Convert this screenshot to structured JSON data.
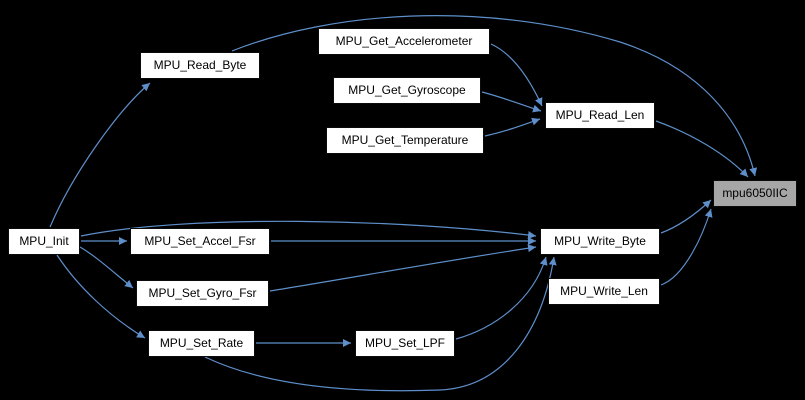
{
  "diagram": {
    "type": "call-graph",
    "focus_node": "mpu6050IIC",
    "colors": {
      "background": "#000000",
      "edge": "#5e8fca",
      "node_fill": "#ffffff",
      "highlight_fill": "#a6a6a6",
      "text": "#000000"
    },
    "nodes": [
      {
        "id": "MPU_Read_Byte",
        "label": "MPU_Read_Byte",
        "highlighted": false
      },
      {
        "id": "MPU_Get_Accelerometer",
        "label": "MPU_Get_Accelerometer",
        "highlighted": false
      },
      {
        "id": "MPU_Get_Gyroscope",
        "label": "MPU_Get_Gyroscope",
        "highlighted": false
      },
      {
        "id": "MPU_Get_Temperature",
        "label": "MPU_Get_Temperature",
        "highlighted": false
      },
      {
        "id": "MPU_Read_Len",
        "label": "MPU_Read_Len",
        "highlighted": false
      },
      {
        "id": "mpu6050IIC",
        "label": "mpu6050IIC",
        "highlighted": true
      },
      {
        "id": "MPU_Init",
        "label": "MPU_Init",
        "highlighted": false
      },
      {
        "id": "MPU_Set_Accel_Fsr",
        "label": "MPU_Set_Accel_Fsr",
        "highlighted": false
      },
      {
        "id": "MPU_Set_Gyro_Fsr",
        "label": "MPU_Set_Gyro_Fsr",
        "highlighted": false
      },
      {
        "id": "MPU_Write_Byte",
        "label": "MPU_Write_Byte",
        "highlighted": false
      },
      {
        "id": "MPU_Write_Len",
        "label": "MPU_Write_Len",
        "highlighted": false
      },
      {
        "id": "MPU_Set_Rate",
        "label": "MPU_Set_Rate",
        "highlighted": false
      },
      {
        "id": "MPU_Set_LPF",
        "label": "MPU_Set_LPF",
        "highlighted": false
      }
    ],
    "edges": [
      {
        "from": "MPU_Init",
        "to": "MPU_Read_Byte"
      },
      {
        "from": "MPU_Init",
        "to": "MPU_Set_Accel_Fsr"
      },
      {
        "from": "MPU_Init",
        "to": "MPU_Set_Gyro_Fsr"
      },
      {
        "from": "MPU_Init",
        "to": "MPU_Set_Rate"
      },
      {
        "from": "MPU_Init",
        "to": "MPU_Write_Byte"
      },
      {
        "from": "MPU_Read_Byte",
        "to": "mpu6050IIC"
      },
      {
        "from": "MPU_Get_Accelerometer",
        "to": "MPU_Read_Len"
      },
      {
        "from": "MPU_Get_Gyroscope",
        "to": "MPU_Read_Len"
      },
      {
        "from": "MPU_Get_Temperature",
        "to": "MPU_Read_Len"
      },
      {
        "from": "MPU_Read_Len",
        "to": "mpu6050IIC"
      },
      {
        "from": "MPU_Set_Accel_Fsr",
        "to": "MPU_Write_Byte"
      },
      {
        "from": "MPU_Set_Gyro_Fsr",
        "to": "MPU_Write_Byte"
      },
      {
        "from": "MPU_Set_Rate",
        "to": "MPU_Set_LPF"
      },
      {
        "from": "MPU_Set_Rate",
        "to": "MPU_Write_Byte"
      },
      {
        "from": "MPU_Set_LPF",
        "to": "MPU_Write_Byte"
      },
      {
        "from": "MPU_Write_Byte",
        "to": "mpu6050IIC"
      },
      {
        "from": "MPU_Write_Len",
        "to": "mpu6050IIC"
      }
    ]
  }
}
